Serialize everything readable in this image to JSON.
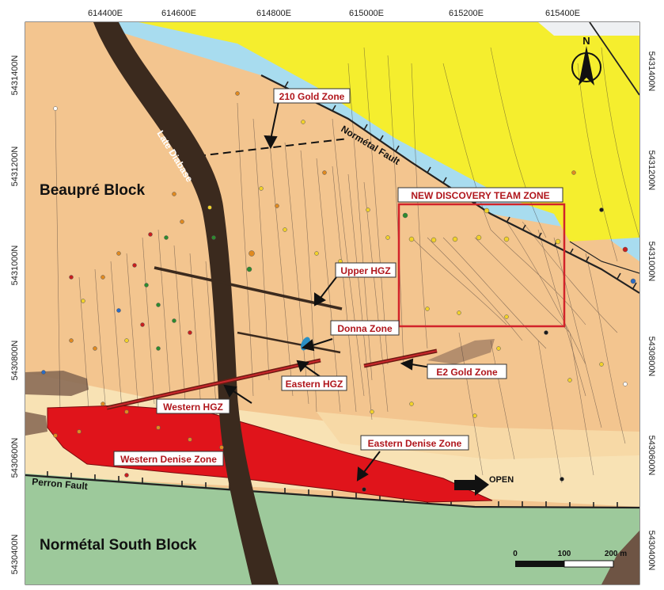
{
  "map": {
    "easting_ticks": [
      "614400E",
      "614600E",
      "614800E",
      "615000E",
      "615200E",
      "615400E"
    ],
    "northing_ticks": [
      "5431400N",
      "5431200N",
      "5431000N",
      "5430800N",
      "5430600N",
      "5430400N"
    ],
    "blocks": {
      "north": "Beaupré Block",
      "south": "Normétal South Block"
    },
    "features": {
      "diabase": "Late Diabase",
      "normetal_fault": "Normétal Fault",
      "perron_fault": "Perron Fault",
      "open": "OPEN"
    },
    "zones": {
      "gold_210": "210 Gold Zone",
      "new_discovery": "NEW DISCOVERY TEAM ZONE",
      "upper_hgz": "Upper HGZ",
      "donna": "Donna Zone",
      "eastern_hgz": "Eastern HGZ",
      "e2_gold": "E2 Gold  Zone",
      "western_hgz": "Western HGZ",
      "eastern_denise": "Eastern Denise Zone",
      "western_denise": "Western Denise Zone"
    },
    "north_arrow": "N",
    "scale": {
      "zero": "0",
      "mid": "100",
      "end": "200 m"
    },
    "colors": {
      "volcanic_tan": "#f3c58f",
      "sediment_blue": "#a8dcef",
      "north_yellow": "#f5ee2e",
      "south_green": "#9dc99b",
      "pale_band": "#f8e2b4",
      "diabase": "#3b2a1e",
      "mineral_zone": "#e0141b",
      "label_red": "#b0161c"
    }
  }
}
